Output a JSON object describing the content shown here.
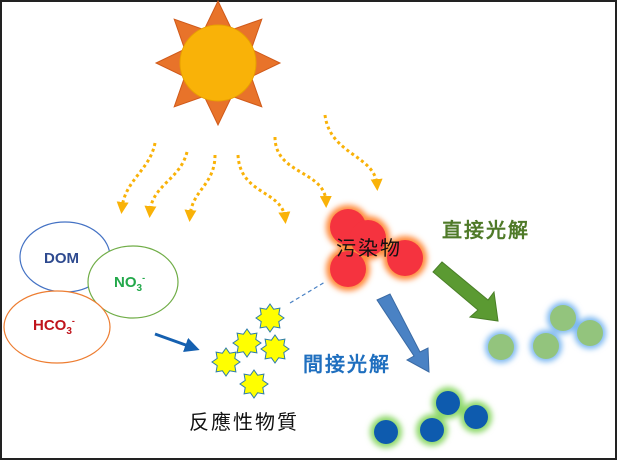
{
  "labels": {
    "dom": "DOM",
    "no3": "NO",
    "no3_sub": "3",
    "no3_sup": "-",
    "hco3": "HCO",
    "hco3_sub": "3",
    "hco3_sup": "-",
    "pollutant": "污染物",
    "direct_photolysis": "直接光解",
    "indirect_photolysis": "間接光解",
    "reactive_species": "反應性物質"
  },
  "colors": {
    "sun": "#F9B208",
    "sun_rays": "#E8732A",
    "dotted_arrows": "#F9B208",
    "pollutant": "#F5333F",
    "direct_arrow": "#5B9A32",
    "indirect_arrow": "#4A82C4",
    "direct_text": "#4F7A28",
    "indirect_text": "#1F6FBF",
    "dom": "#2E4A8F",
    "no3": "#22A84A",
    "hco3": "#C0141C"
  }
}
